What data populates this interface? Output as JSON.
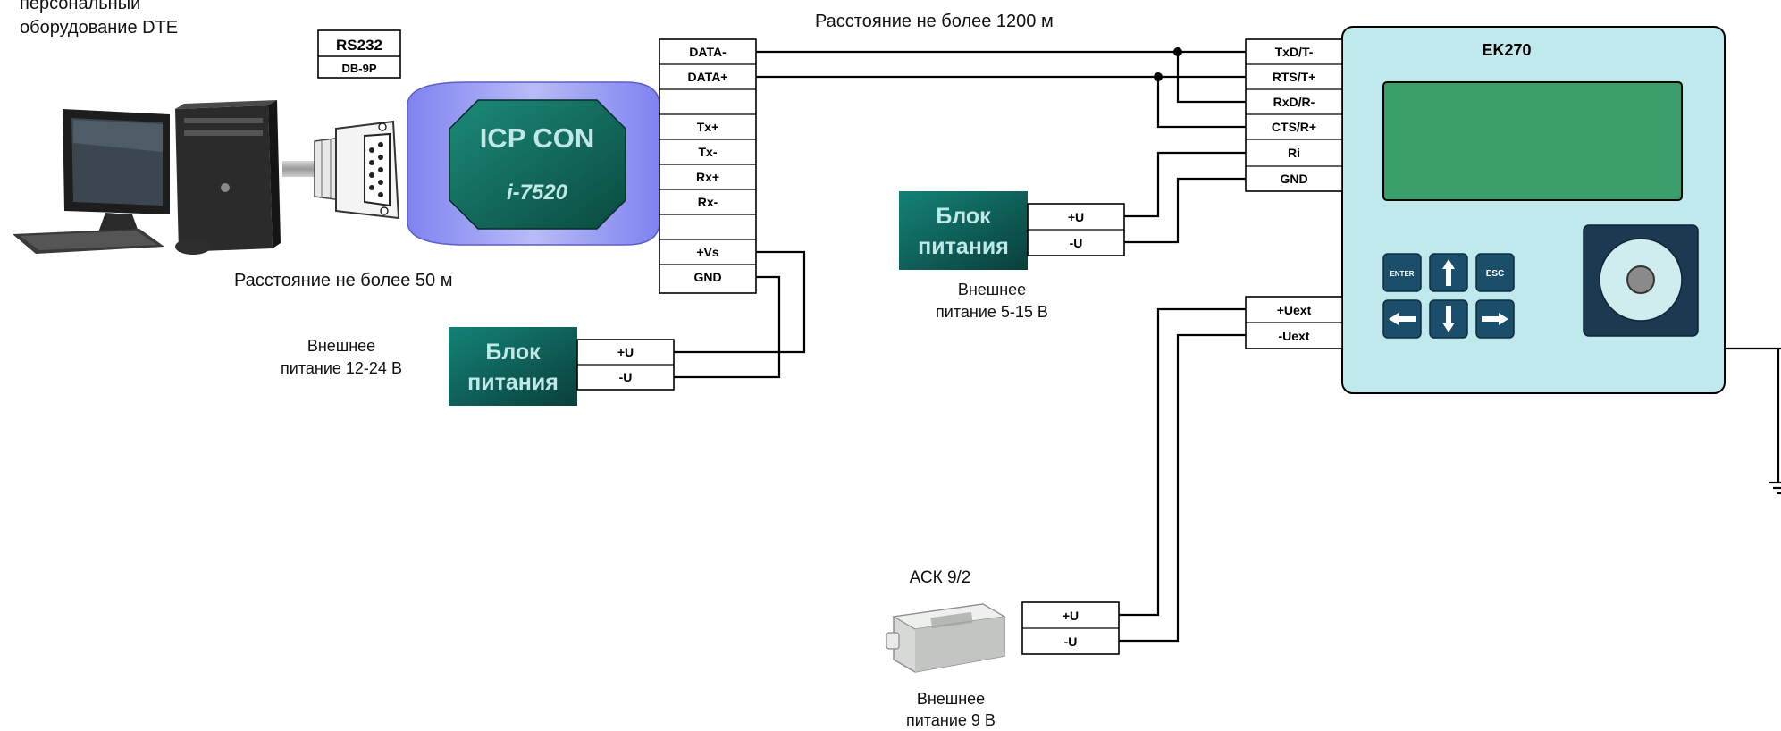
{
  "pc": {
    "label_line1": "персональный",
    "label_line2": "оборудование DTE",
    "distance_label": "Расстояние не более 50 м"
  },
  "rs232": {
    "title": "RS232",
    "connector": "DB-9P"
  },
  "converter": {
    "brand": "ICP CON",
    "model": "i-7520",
    "terminals": [
      "DATA-",
      "DATA+",
      "",
      "Tx+",
      "Tx-",
      "Rx+",
      "Rx-",
      "",
      "+Vs",
      "GND"
    ]
  },
  "distance_long": "Расстояние не более 1200 м",
  "power_supply_1": {
    "title_line1": "Блок",
    "title_line2": "питания",
    "terminals": [
      "+U",
      "-U"
    ],
    "note_line1": "Внешнее",
    "note_line2": "питание 12-24 В"
  },
  "power_supply_2": {
    "title_line1": "Блок",
    "title_line2": "питания",
    "terminals": [
      "+U",
      "-U"
    ],
    "note_line1": "Внешнее",
    "note_line2": "питание 5-15 В"
  },
  "device": {
    "title": "EK270",
    "terminals_top": [
      "TxD/T-",
      "RTS/T+",
      "RxD/R-",
      "CTS/R+",
      "Ri",
      "GND"
    ],
    "terminals_bottom": [
      "+Uext",
      "-Uext"
    ],
    "keys": {
      "enter": "ENTER",
      "esc": "ESC"
    },
    "colors": {
      "body": "#bfe9ec",
      "screen": "#3a9e6a",
      "key": "#1b4e6a"
    }
  },
  "battery": {
    "title": "АСК 9/2",
    "terminals": [
      "+U",
      "-U"
    ],
    "note_line1": "Внешнее",
    "note_line2": "питание 9 В"
  },
  "colors": {
    "psu": "#0e5c56",
    "icp_body": "#9a9cf2",
    "icp_core": "#0f5f52"
  }
}
